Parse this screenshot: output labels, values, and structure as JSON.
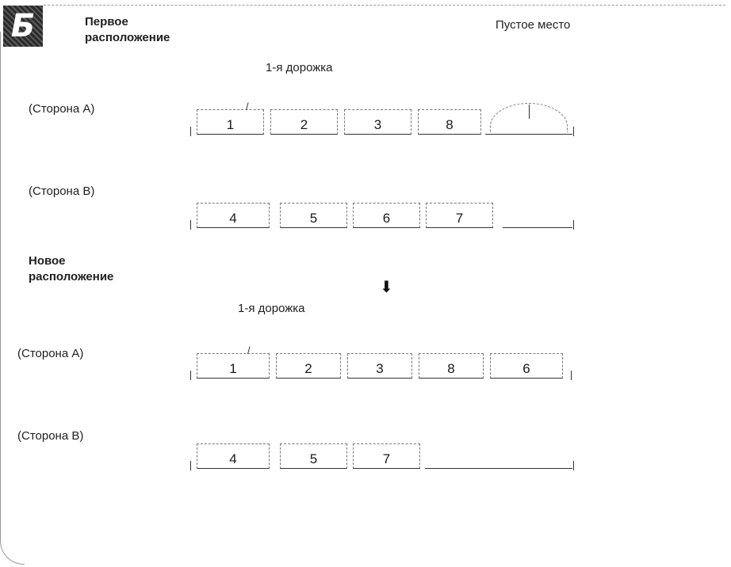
{
  "badge": {
    "letter": "Б"
  },
  "first": {
    "heading_line1": "Первое",
    "heading_line2": "расположение",
    "empty_space_label": "Пустое место",
    "track_label": "1-я дорожка",
    "side_a_label": "(Сторона А)",
    "side_a_cells": [
      "1",
      "2",
      "3",
      "8"
    ],
    "side_b_label": "(Сторона В)",
    "side_b_cells": [
      "4",
      "5",
      "6",
      "7"
    ]
  },
  "second": {
    "heading_line1": "Новое",
    "heading_line2": "расположение",
    "track_label": "1-я дорожка",
    "side_a_label": "(Сторона А)",
    "side_a_cells": [
      "1",
      "2",
      "3",
      "8",
      "6"
    ],
    "side_b_label": "(Сторона В)",
    "side_b_cells": [
      "4",
      "5",
      "7"
    ]
  },
  "arrow_icon": "down-arrow-icon"
}
